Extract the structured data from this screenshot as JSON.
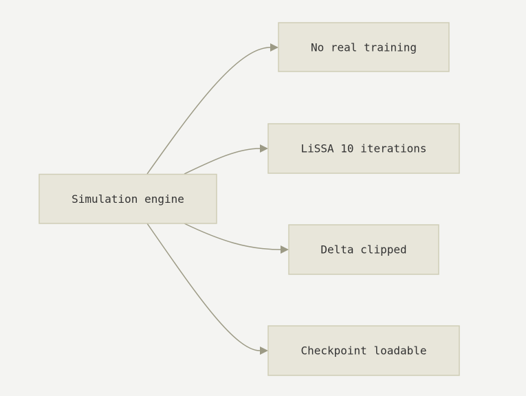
{
  "diagram": {
    "source": {
      "label": "Simulation engine"
    },
    "targets": [
      {
        "label": "No real training"
      },
      {
        "label": "LiSSA 10 iterations"
      },
      {
        "label": "Delta clipped"
      },
      {
        "label": "Checkpoint loadable"
      }
    ]
  },
  "colors": {
    "background": "#f4f4f2",
    "node_fill": "#e8e6da",
    "node_border": "#cfcdb6",
    "edge": "#9c9a85",
    "text": "#333333"
  }
}
